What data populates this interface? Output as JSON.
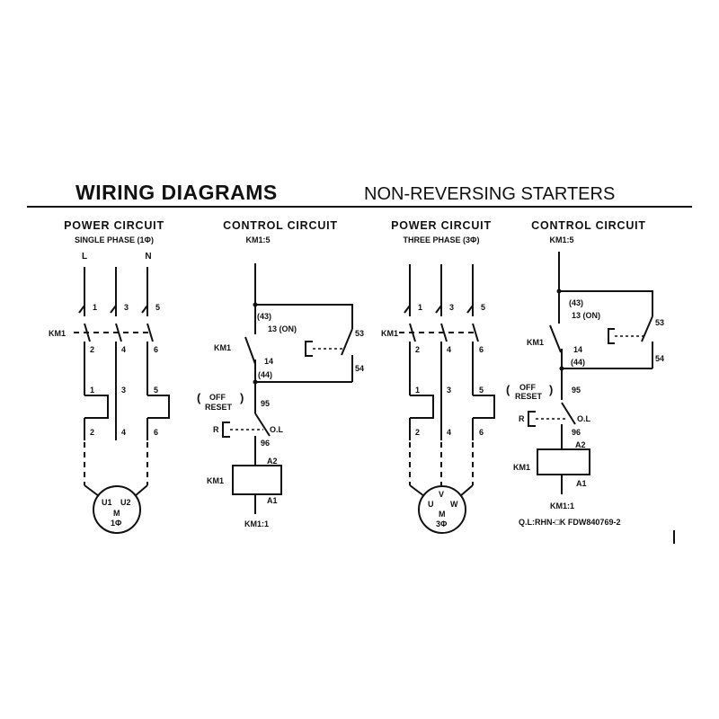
{
  "title": {
    "main": "WIRING  DIAGRAMS",
    "sub": "NON-REVERSING STARTERS"
  },
  "sections": [
    {
      "heading": "POWER CIRCUIT",
      "subheading": "SINGLE PHASE  (1Φ)"
    },
    {
      "heading": "CONTROL CIRCUIT",
      "subheading": "KM1:5"
    },
    {
      "heading": "POWER CIRCUIT",
      "subheading": "THREE PHASE  (3Φ)"
    },
    {
      "heading": "CONTROL CIRCUIT",
      "subheading": "KM1:5"
    }
  ],
  "single_phase": {
    "lines": [
      "L",
      "N"
    ],
    "top_terminals": [
      "1",
      "3",
      "5"
    ],
    "contactor": "KM1",
    "mid_terminals": [
      "2",
      "4",
      "6"
    ],
    "ol_top": [
      "1",
      "3",
      "5"
    ],
    "ol_bottom": [
      "2",
      "4",
      "6"
    ],
    "motor": {
      "t1": "U1",
      "t2": "U2",
      "m": "M",
      "phase": "1Φ"
    }
  },
  "three_phase": {
    "top_terminals": [
      "1",
      "3",
      "5"
    ],
    "contactor": "KM1",
    "mid_terminals": [
      "2",
      "4",
      "6"
    ],
    "ol_top": [
      "1",
      "3",
      "5"
    ],
    "ol_bottom": [
      "2",
      "4",
      "6"
    ],
    "motor": {
      "u": "U",
      "v": "V",
      "w": "W",
      "m": "M",
      "phase": "3Φ"
    }
  },
  "control": {
    "t43": "(43)",
    "on": "13  (ON)",
    "t53": "53",
    "t54": "54",
    "km1": "KM1",
    "t14": "14",
    "t44": "(44)",
    "off": "OFF",
    "reset": "RESET",
    "t95": "95",
    "r": "R",
    "ol": "O.L",
    "t96": "96",
    "a2": "A2",
    "coil": "KM1",
    "a1": "A1",
    "bottom": "KM1:1"
  },
  "footer": "Q.L:RHN-□K  FDW840769-2"
}
